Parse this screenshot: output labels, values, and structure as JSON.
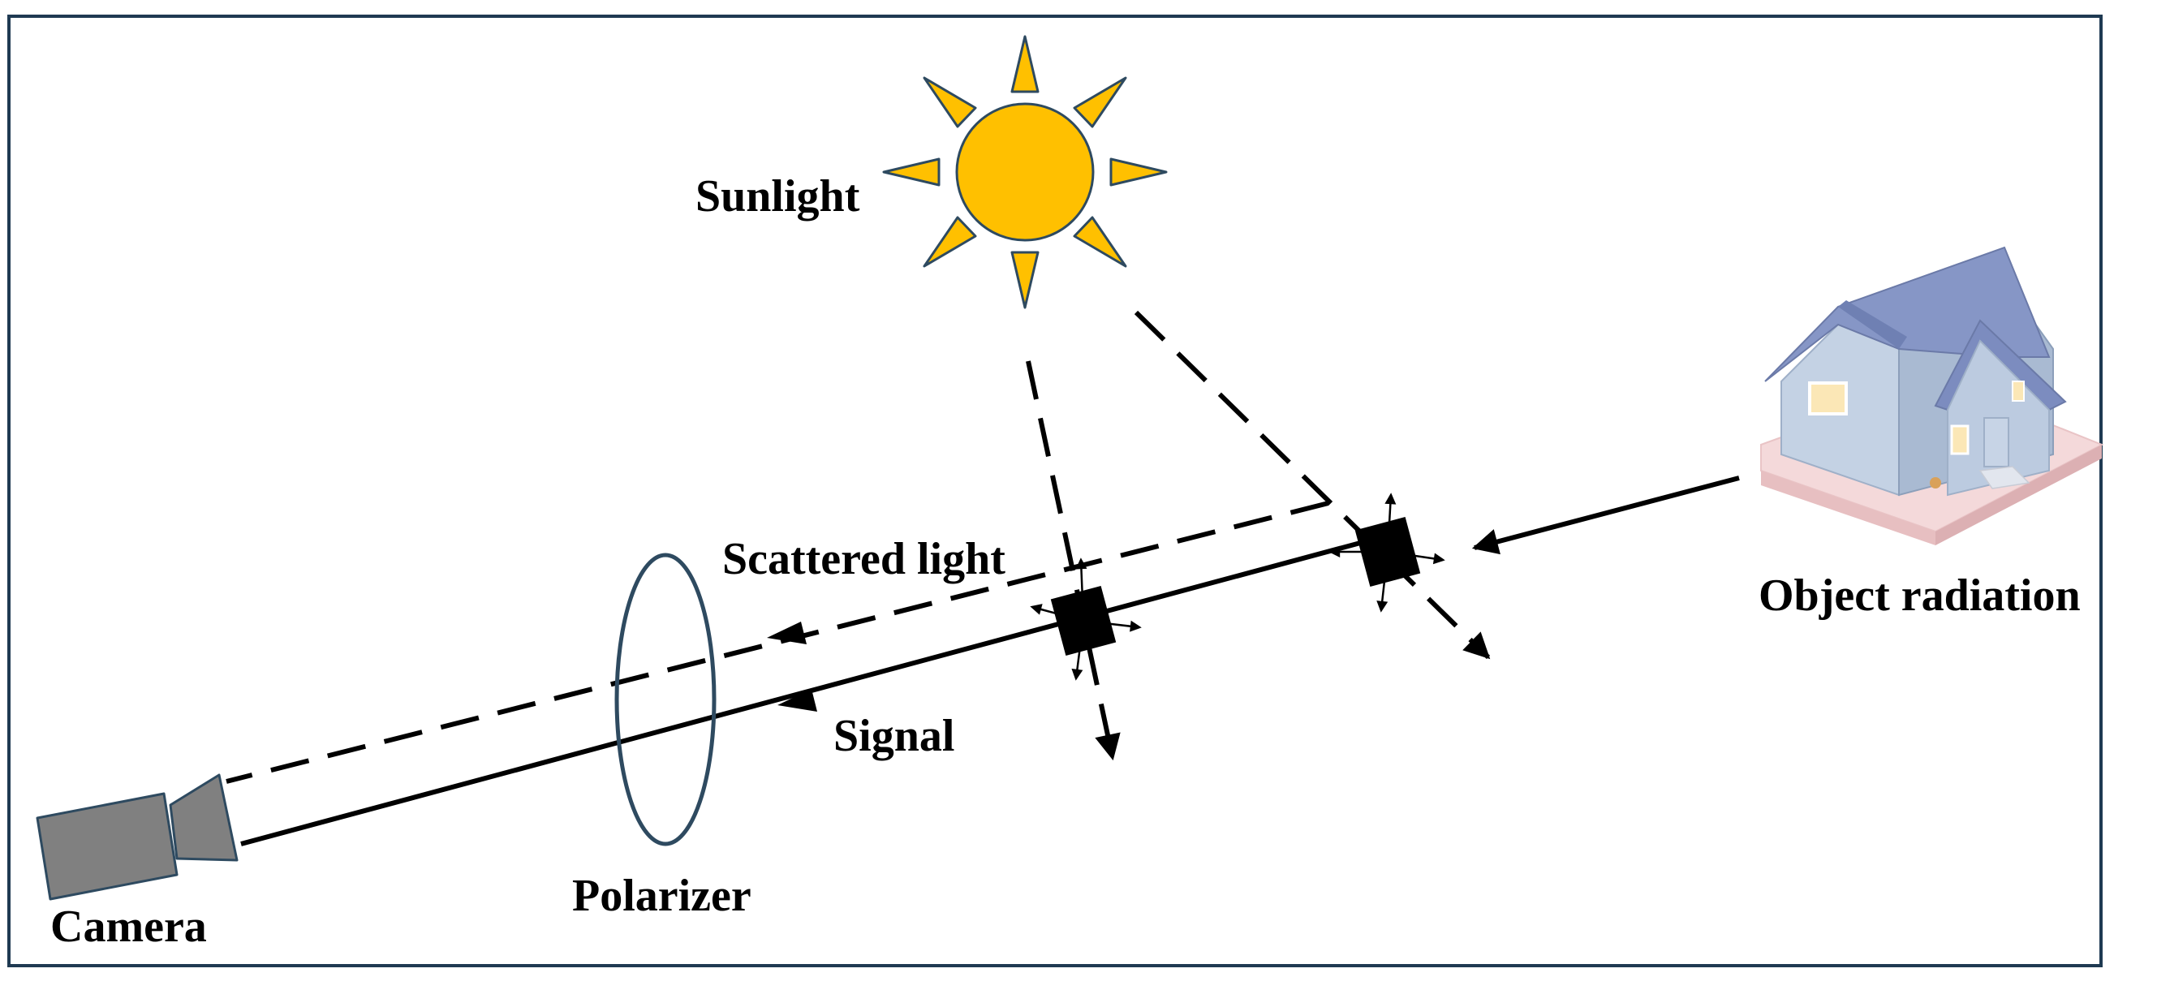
{
  "labels": {
    "sunlight": "Sunlight",
    "scattered_light": "Scattered light",
    "signal": "Signal",
    "object_radiation": "Object radiation",
    "polarizer": "Polarizer",
    "camera": "Camera"
  },
  "icons": {
    "sun": "sun-icon",
    "house": "house-icon",
    "camera": "camera-icon",
    "polarizer": "polarizer-ellipse",
    "particle": "scattering-particle"
  },
  "colors": {
    "frame": "#1f3a52",
    "sun_fill": "#ffc000",
    "sun_stroke": "#2e4a60",
    "camera_fill": "#808080",
    "camera_stroke": "#2e4a60",
    "polarizer_stroke": "#2e4a60",
    "roof": "#8696c6",
    "roof_dark": "#6f80b3",
    "wall": "#c4d2e4",
    "wall_side": "#a9bad2",
    "base": "#f4d9da",
    "window_light": "#fbe7b6",
    "line": "#000000"
  }
}
